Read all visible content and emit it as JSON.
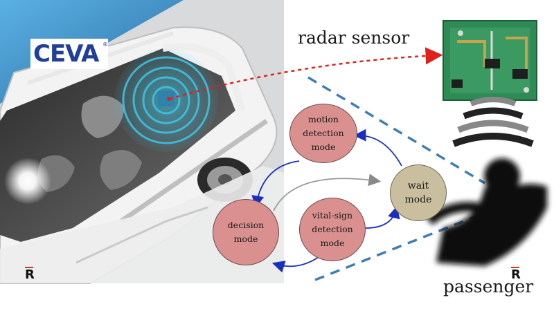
{
  "logo": {
    "text": "CEVA",
    "mark": "®",
    "brand_color": "#1f3f9a"
  },
  "labels": {
    "radar": "radar sensor",
    "passenger": "passenger"
  },
  "states": {
    "motion": "motion\ndetection\nmode",
    "decision": "decision\nmode",
    "vital": "vital-sign\ndetection\nmode",
    "wait": "wait\nmode"
  },
  "colors": {
    "state_fill": "#d9908f",
    "wait_fill": "#c9bf9f",
    "arrow": "#1b2fbf",
    "gray_arrow": "#9a9a9a",
    "radar_link": "#e0201b",
    "field_lines": "#3b7fb5"
  },
  "watermark": {
    "text": "R",
    "icon": "r-watermark-icon"
  },
  "icons": [
    "car-icon",
    "radar-waves-icon",
    "radar-board-icon",
    "passenger-silhouette-icon",
    "signal-waves-icon"
  ]
}
